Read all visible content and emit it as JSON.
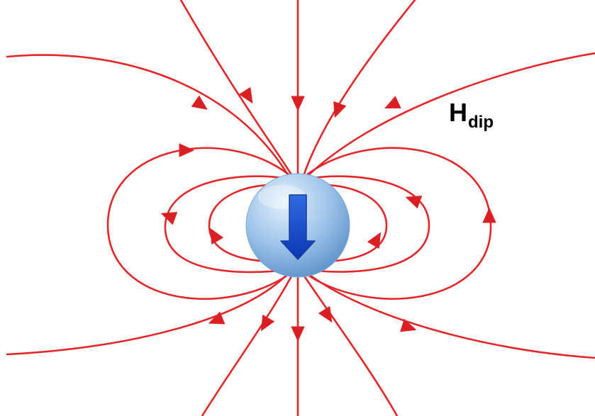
{
  "label": {
    "main": "H",
    "subscript": "dip"
  },
  "colors": {
    "field_line": "#e3262a",
    "arrowhead": "#d81f24",
    "sphere_light": "#e6f1fb",
    "sphere_mid": "#9cc3e9",
    "sphere_dark": "#5b8fc8",
    "dipole_arrow_top": "#2f6be0",
    "dipole_arrow_bottom": "#0b36b5",
    "label": "#000000"
  },
  "dipole": {
    "direction": "down",
    "icon": "down-arrow-icon"
  }
}
